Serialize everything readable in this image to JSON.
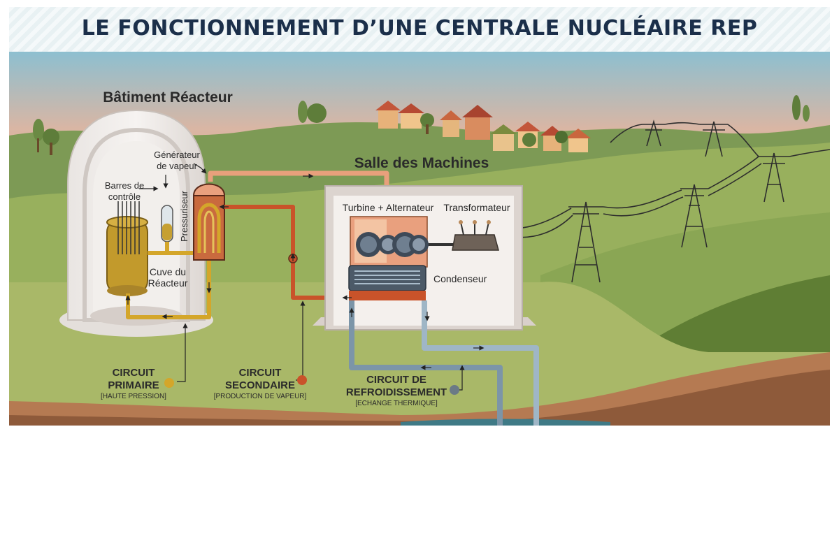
{
  "title": "LE FONCTIONNEMENT D’UNE CENTRALE NUCLÉAIRE REP",
  "buildings": {
    "reactor": "Bâtiment Réacteur",
    "machines": "Salle des Machines"
  },
  "components": {
    "steam_generator_line1": "Générateur",
    "steam_generator_line2": "de vapeur",
    "control_rods_line1": "Barres de",
    "control_rods_line2": "contrôle",
    "pressurizer": "Pressuriseur",
    "vessel_line1": "Cuve du",
    "vessel_line2": "Réacteur",
    "turbine": "Turbine + Alternateur",
    "transformer": "Transformateur",
    "condenser": "Condenseur"
  },
  "circuits": [
    {
      "name_line1": "CIRCUIT",
      "name_line2": "PRIMAIRE",
      "note": "[HAUTE PRESSION]",
      "color": "#d4a62a"
    },
    {
      "name_line1": "CIRCUIT",
      "name_line2": "SECONDAIRE",
      "note": "[PRODUCTION DE VAPEUR]",
      "color": "#c9532a"
    },
    {
      "name_line1": "CIRCUIT DE",
      "name_line2": "REFROIDISSEMENT",
      "note": "[ECHANGE THERMIQUE]",
      "color": "#6b7a86"
    }
  ],
  "colors": {
    "primary_circuit": "#d4a62a",
    "secondary_circuit": "#c9532a",
    "steam_pipe": "#e8a07c",
    "cooling_circuit": "#7c95a8",
    "title_text": "#1b2f4a"
  }
}
